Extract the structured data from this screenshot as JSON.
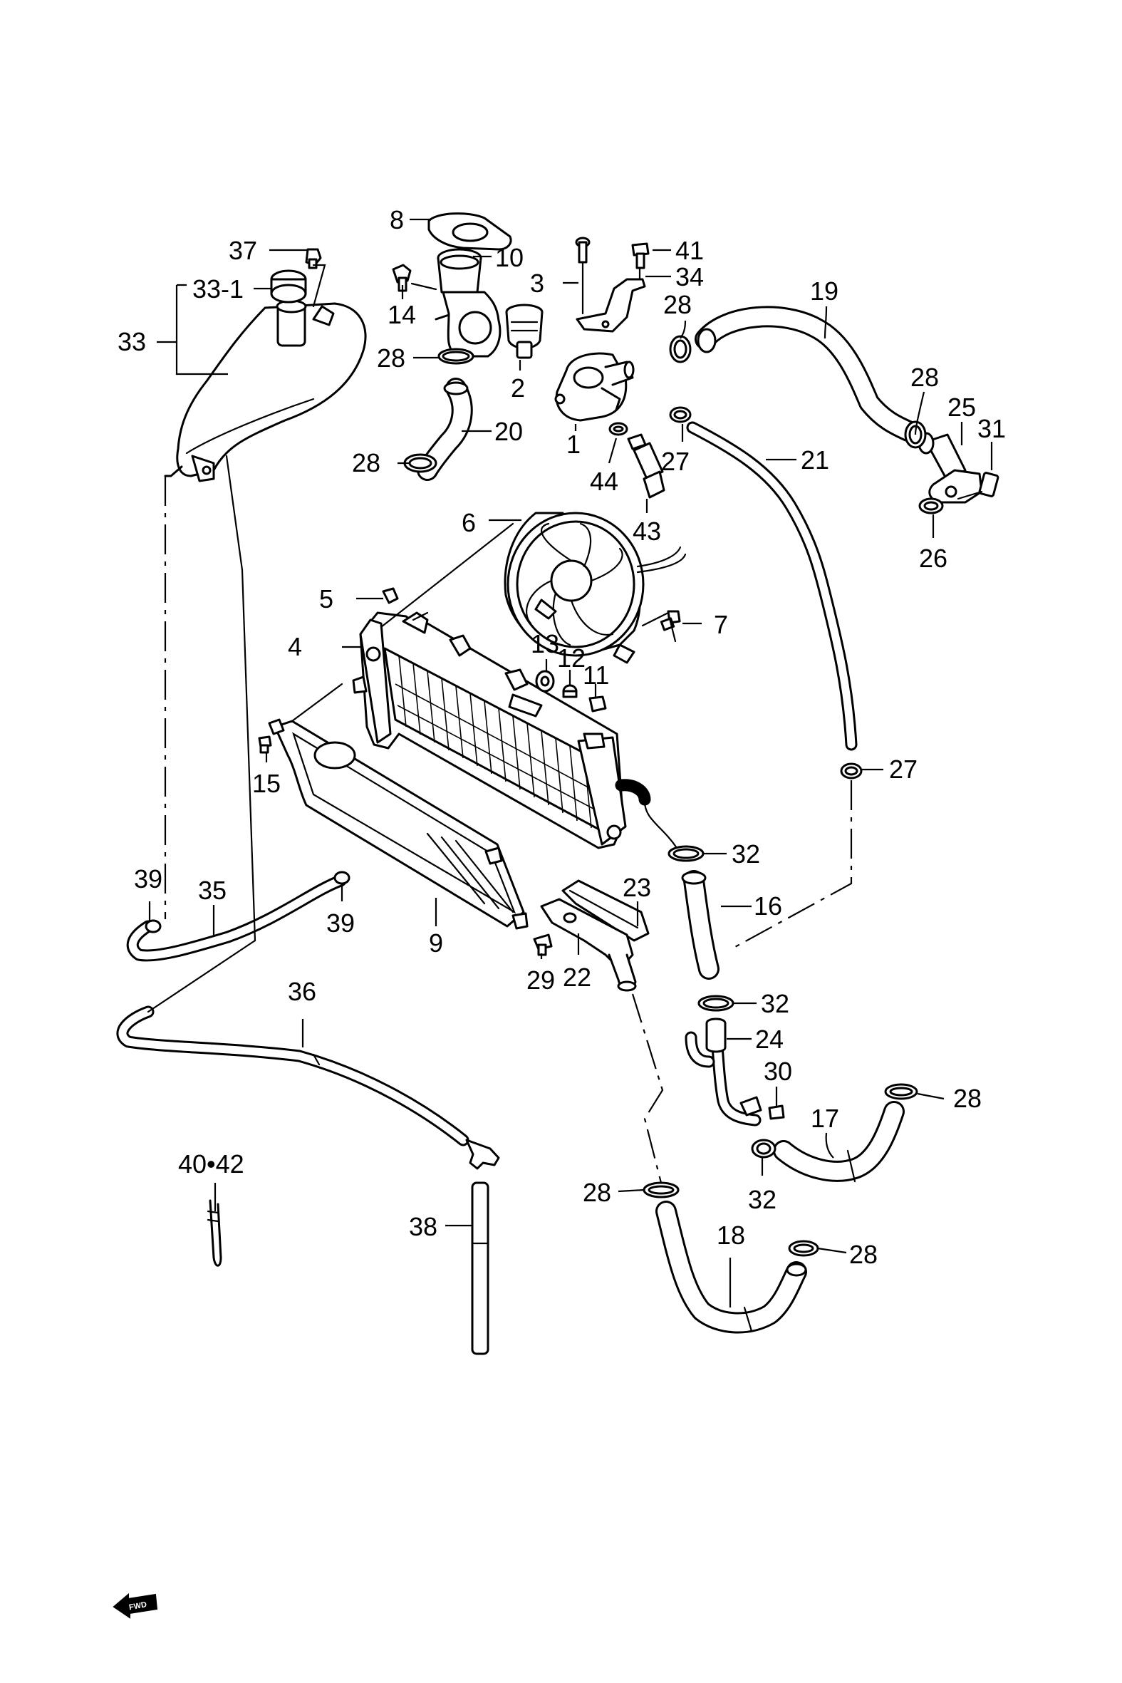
{
  "diagram": {
    "callouts": [
      {
        "id": "8",
        "text": "8"
      },
      {
        "id": "37",
        "text": "37"
      },
      {
        "id": "10",
        "text": "10"
      },
      {
        "id": "41",
        "text": "41"
      },
      {
        "id": "3",
        "text": "3"
      },
      {
        "id": "34",
        "text": "34"
      },
      {
        "id": "33-1",
        "text": "33-1"
      },
      {
        "id": "19",
        "text": "19"
      },
      {
        "id": "14",
        "text": "14"
      },
      {
        "id": "28a",
        "text": "28"
      },
      {
        "id": "33",
        "text": "33"
      },
      {
        "id": "28b",
        "text": "28"
      },
      {
        "id": "2",
        "text": "2"
      },
      {
        "id": "28c",
        "text": "28"
      },
      {
        "id": "25",
        "text": "25"
      },
      {
        "id": "20",
        "text": "20"
      },
      {
        "id": "31",
        "text": "31"
      },
      {
        "id": "1",
        "text": "1"
      },
      {
        "id": "28d",
        "text": "28"
      },
      {
        "id": "27a",
        "text": "27"
      },
      {
        "id": "21",
        "text": "21"
      },
      {
        "id": "44",
        "text": "44"
      },
      {
        "id": "6",
        "text": "6"
      },
      {
        "id": "43",
        "text": "43"
      },
      {
        "id": "26",
        "text": "26"
      },
      {
        "id": "5",
        "text": "5"
      },
      {
        "id": "7",
        "text": "7"
      },
      {
        "id": "4",
        "text": "4"
      },
      {
        "id": "13",
        "text": "13"
      },
      {
        "id": "12",
        "text": "12"
      },
      {
        "id": "11",
        "text": "11"
      },
      {
        "id": "15",
        "text": "15"
      },
      {
        "id": "27b",
        "text": "27"
      },
      {
        "id": "32a",
        "text": "32"
      },
      {
        "id": "39a",
        "text": "39"
      },
      {
        "id": "35",
        "text": "35"
      },
      {
        "id": "23",
        "text": "23"
      },
      {
        "id": "16",
        "text": "16"
      },
      {
        "id": "39b",
        "text": "39"
      },
      {
        "id": "9",
        "text": "9"
      },
      {
        "id": "29",
        "text": "29"
      },
      {
        "id": "22",
        "text": "22"
      },
      {
        "id": "36",
        "text": "36"
      },
      {
        "id": "32b",
        "text": "32"
      },
      {
        "id": "24",
        "text": "24"
      },
      {
        "id": "30",
        "text": "30"
      },
      {
        "id": "28e",
        "text": "28"
      },
      {
        "id": "17",
        "text": "17"
      },
      {
        "id": "40-42",
        "text": "40•42"
      },
      {
        "id": "28f",
        "text": "28"
      },
      {
        "id": "32c",
        "text": "32"
      },
      {
        "id": "38",
        "text": "38"
      },
      {
        "id": "18",
        "text": "18"
      },
      {
        "id": "28g",
        "text": "28"
      }
    ],
    "fwd_label": "FWD"
  }
}
